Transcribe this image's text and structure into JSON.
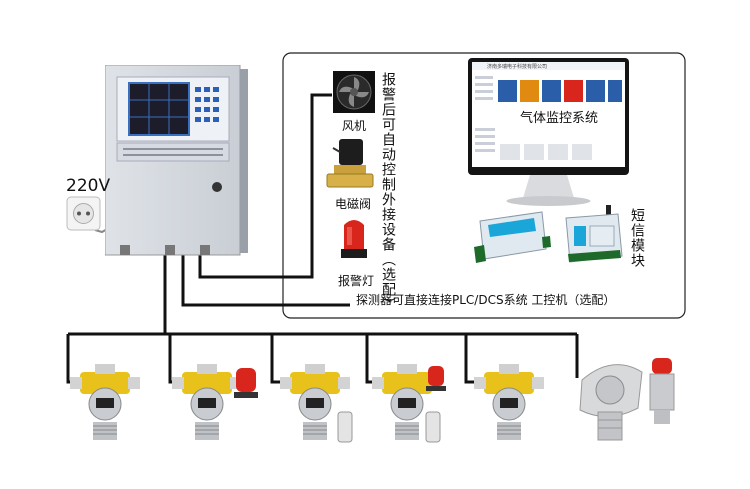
{
  "power": {
    "voltage_label": "220V"
  },
  "devices": {
    "fan_label": "风机",
    "valve_label": "电磁阀",
    "alarm_label": "报警灯"
  },
  "auto_control_text": "报警后可自动控制外接设备（选配）",
  "monitor": {
    "title": "气体监控系统",
    "company": "济南多瑞电子科技有限公司"
  },
  "sms_module_label": "短信模块",
  "plc_text": "探测器可直接连接PLC/DCS系统 工控机（选配）",
  "colors": {
    "line": "#111111",
    "detector_yellow": "#e8c21a",
    "lcd_blue": "#2a6fd6",
    "alarm_red": "#d8261c"
  }
}
